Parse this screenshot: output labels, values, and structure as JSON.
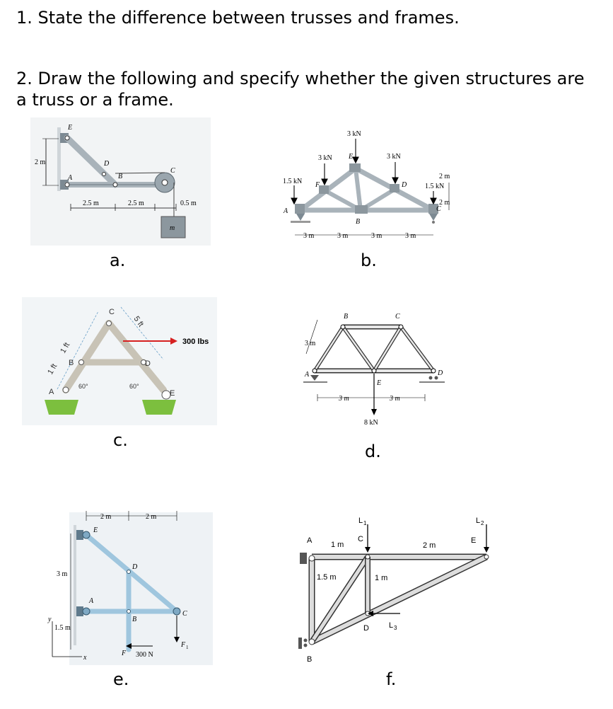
{
  "questions": {
    "q1": "1. State the difference between trusses and frames.",
    "q2": "2. Draw the following and specify whether the given structures are a truss or a frame."
  },
  "figures": {
    "a": {
      "caption": "a.",
      "labels": {
        "E": "E",
        "D": "D",
        "A": "A",
        "B": "B",
        "C": "C",
        "m": "m",
        "h": "2 m",
        "d1": "2.5 m",
        "d2": "2.5 m",
        "d3": "0.5 m"
      }
    },
    "b": {
      "caption": "b.",
      "labels": {
        "load_top": "3 kN",
        "load_left": "3 kN",
        "load_right": "3 kN",
        "load_end_left": "1.5 kN",
        "load_end_right": "1.5 kN",
        "E": "E",
        "F": "F",
        "D": "D",
        "A": "A",
        "B": "B",
        "C": "C",
        "dim_r1": "2 m",
        "dim_r2": "2 m",
        "s1": "3 m",
        "s2": "3 m",
        "s3": "3 m",
        "s4": "3 m"
      }
    },
    "c": {
      "caption": "c.",
      "labels": {
        "C": "C",
        "B": "B",
        "D": "D",
        "A": "A",
        "E": "E",
        "force": "300 lbs",
        "a1": "60°",
        "a2": "60°",
        "d1": "1 ft",
        "d2": "1 ft",
        "d3": "5 ft"
      }
    },
    "d": {
      "caption": "d.",
      "labels": {
        "B": "B",
        "C": "C",
        "A": "A",
        "D": "D",
        "E": "E",
        "h": "3 m",
        "s1": "3 m",
        "s2": "3 m",
        "load": "8 kN"
      }
    },
    "e": {
      "caption": "e.",
      "labels": {
        "d1": "2 m",
        "d2": "2 m",
        "h1": "3 m",
        "h2": "1.5 m",
        "E": "E",
        "A": "A",
        "D": "D",
        "B": "B",
        "C": "C",
        "F": "F",
        "force": "300 N",
        "F1": "F",
        "F1_sub": "1",
        "x": "x",
        "y": "y"
      }
    },
    "f": {
      "caption": "f.",
      "labels": {
        "A": "A",
        "B": "B",
        "C": "C",
        "D": "D",
        "E": "E",
        "L1": "L",
        "L1_sub": "1",
        "L2": "L",
        "L2_sub": "2",
        "L3": "L",
        "L3_sub": "3",
        "d1": "1 m",
        "d2": "2 m",
        "d3": "1.5 m",
        "d4": "1 m"
      }
    }
  },
  "colors": {
    "member_gray": "#a9b3ba",
    "member_blue": "#9fc6de",
    "ground_green": "#7cbf3e",
    "force_red": "#d62020"
  }
}
